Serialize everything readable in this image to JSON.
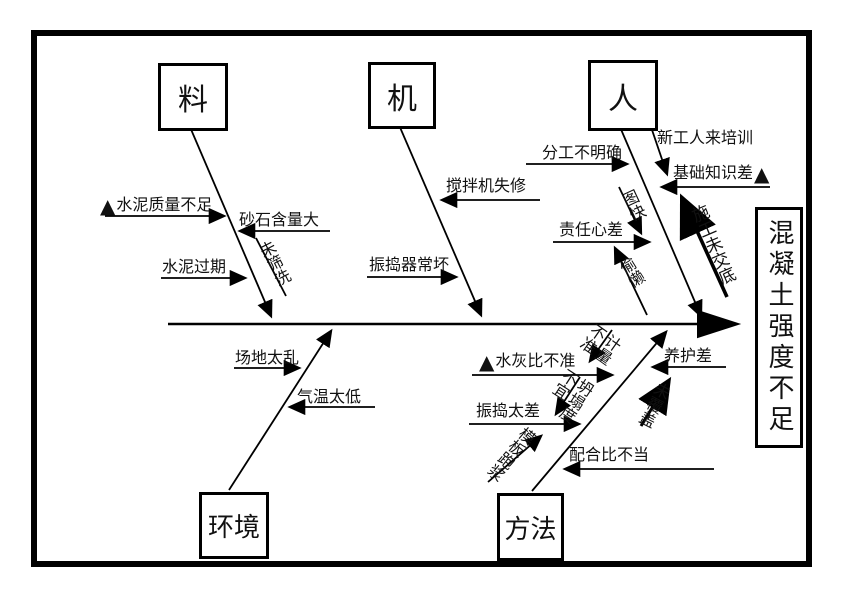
{
  "glyphs": {
    "triangle": "▲"
  },
  "head": {
    "label": "混凝土强度不足"
  },
  "categories": {
    "material": {
      "box": "料",
      "causes": {
        "cement_quality": {
          "label": "水泥质量不足",
          "marker": "▲"
        },
        "sand_content": {
          "label": "砂石含量大"
        },
        "cement_expired": {
          "label": "水泥过期"
        },
        "unsieved": {
          "label": "未筛洗"
        }
      }
    },
    "machine": {
      "box": "机",
      "causes": {
        "mixer_disrepair": {
          "label": "搅拌机失修"
        },
        "vibrator_broken": {
          "label": "振捣器常坏"
        }
      }
    },
    "people": {
      "box": "人",
      "causes": {
        "division_unclear": {
          "label": "分工不明确"
        },
        "new_workers_training": {
          "label": "新工人来培训"
        },
        "basic_knowledge_poor": {
          "label": "基础知识差",
          "marker": "▲"
        },
        "responsibility_poor": {
          "label": "责任心差"
        },
        "seeking_speed": {
          "label": "图快"
        },
        "lazy": {
          "label": "偷懒"
        },
        "construction_not_briefed": {
          "label": "施工未交底"
        }
      }
    },
    "environment": {
      "box": "环境",
      "causes": {
        "site_messy": {
          "label": "场地太乱"
        },
        "temperature_low": {
          "label": "气温太低"
        }
      }
    },
    "method": {
      "box": "方法",
      "causes": {
        "water_cement_ratio": {
          "label": "水灰比不准",
          "marker": "▲"
        },
        "measurement_inaccurate": {
          "label": "计量\n不准"
        },
        "vibration_poor": {
          "label": "振捣太差"
        },
        "slump_unsuitable": {
          "label": "坍塌度\n不宜"
        },
        "formwork_leakage": {
          "label": "模板跑浆"
        },
        "mix_ratio_improper": {
          "label": "配合比不当"
        },
        "curing_poor": {
          "label": "养护差"
        },
        "not_covered": {
          "label": "未覆盖"
        }
      }
    }
  }
}
